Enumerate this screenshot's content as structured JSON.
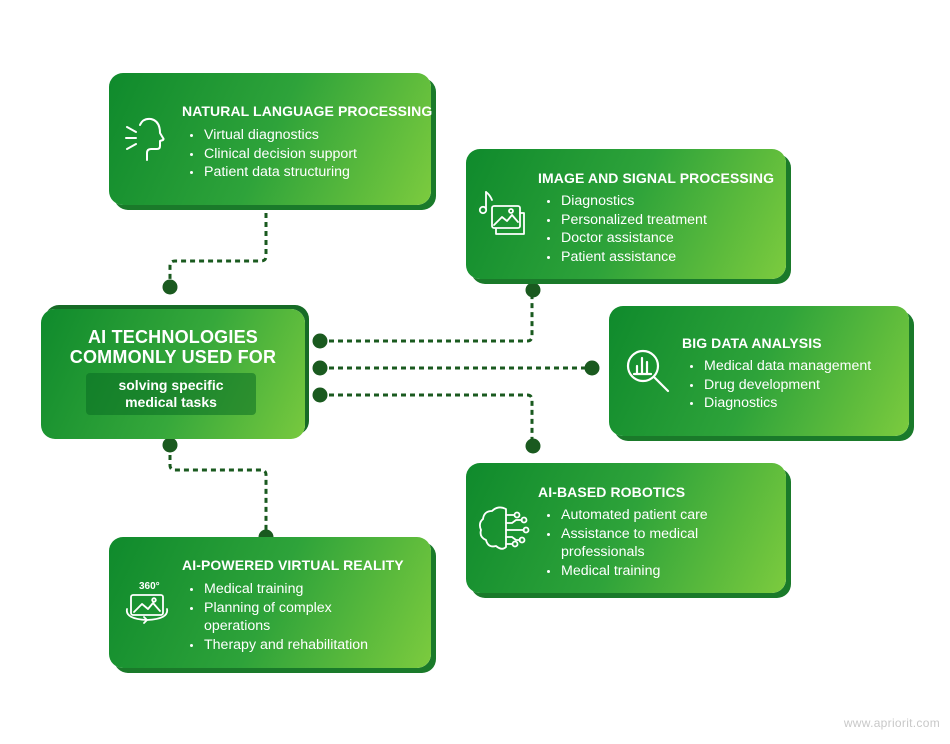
{
  "hub": {
    "title_line1": "AI TECHNOLOGIES",
    "title_line2": "COMMONLY USED FOR",
    "subtitle_line1": "solving specific",
    "subtitle_line2": "medical tasks"
  },
  "cards": {
    "nlp": {
      "title": "NATURAL LANGUAGE PROCESSING",
      "icon": "speaking-head-icon",
      "items": [
        "Virtual diagnostics",
        "Clinical decision support",
        "Patient data structuring"
      ]
    },
    "image": {
      "title": "IMAGE AND SIGNAL PROCESSING",
      "icon": "image-sound-icon",
      "items": [
        "Diagnostics",
        "Personalized treatment",
        "Doctor assistance",
        "Patient assistance"
      ]
    },
    "bigdata": {
      "title": "BIG DATA ANALYSIS",
      "icon": "magnifier-chart-icon",
      "items": [
        "Medical data management",
        "Drug development",
        "Diagnostics"
      ]
    },
    "robotics": {
      "title": "AI-BASED ROBOTICS",
      "icon": "brain-circuit-icon",
      "items": [
        "Automated patient care",
        "Assistance to medical professionals",
        "Medical training"
      ]
    },
    "vr": {
      "title": "AI-POWERED VIRTUAL REALITY",
      "icon": "vr-360-icon",
      "icon_text": "360°",
      "items": [
        "Medical training",
        "Planning of complex operations",
        "Therapy and rehabilitation"
      ]
    }
  },
  "watermark": "www.apriorit.com",
  "colors": {
    "card_dark": "#0f8a2c",
    "card_light": "#7ccb3e",
    "shadow": "#1a7a2a",
    "connector": "#1a5a1f"
  }
}
